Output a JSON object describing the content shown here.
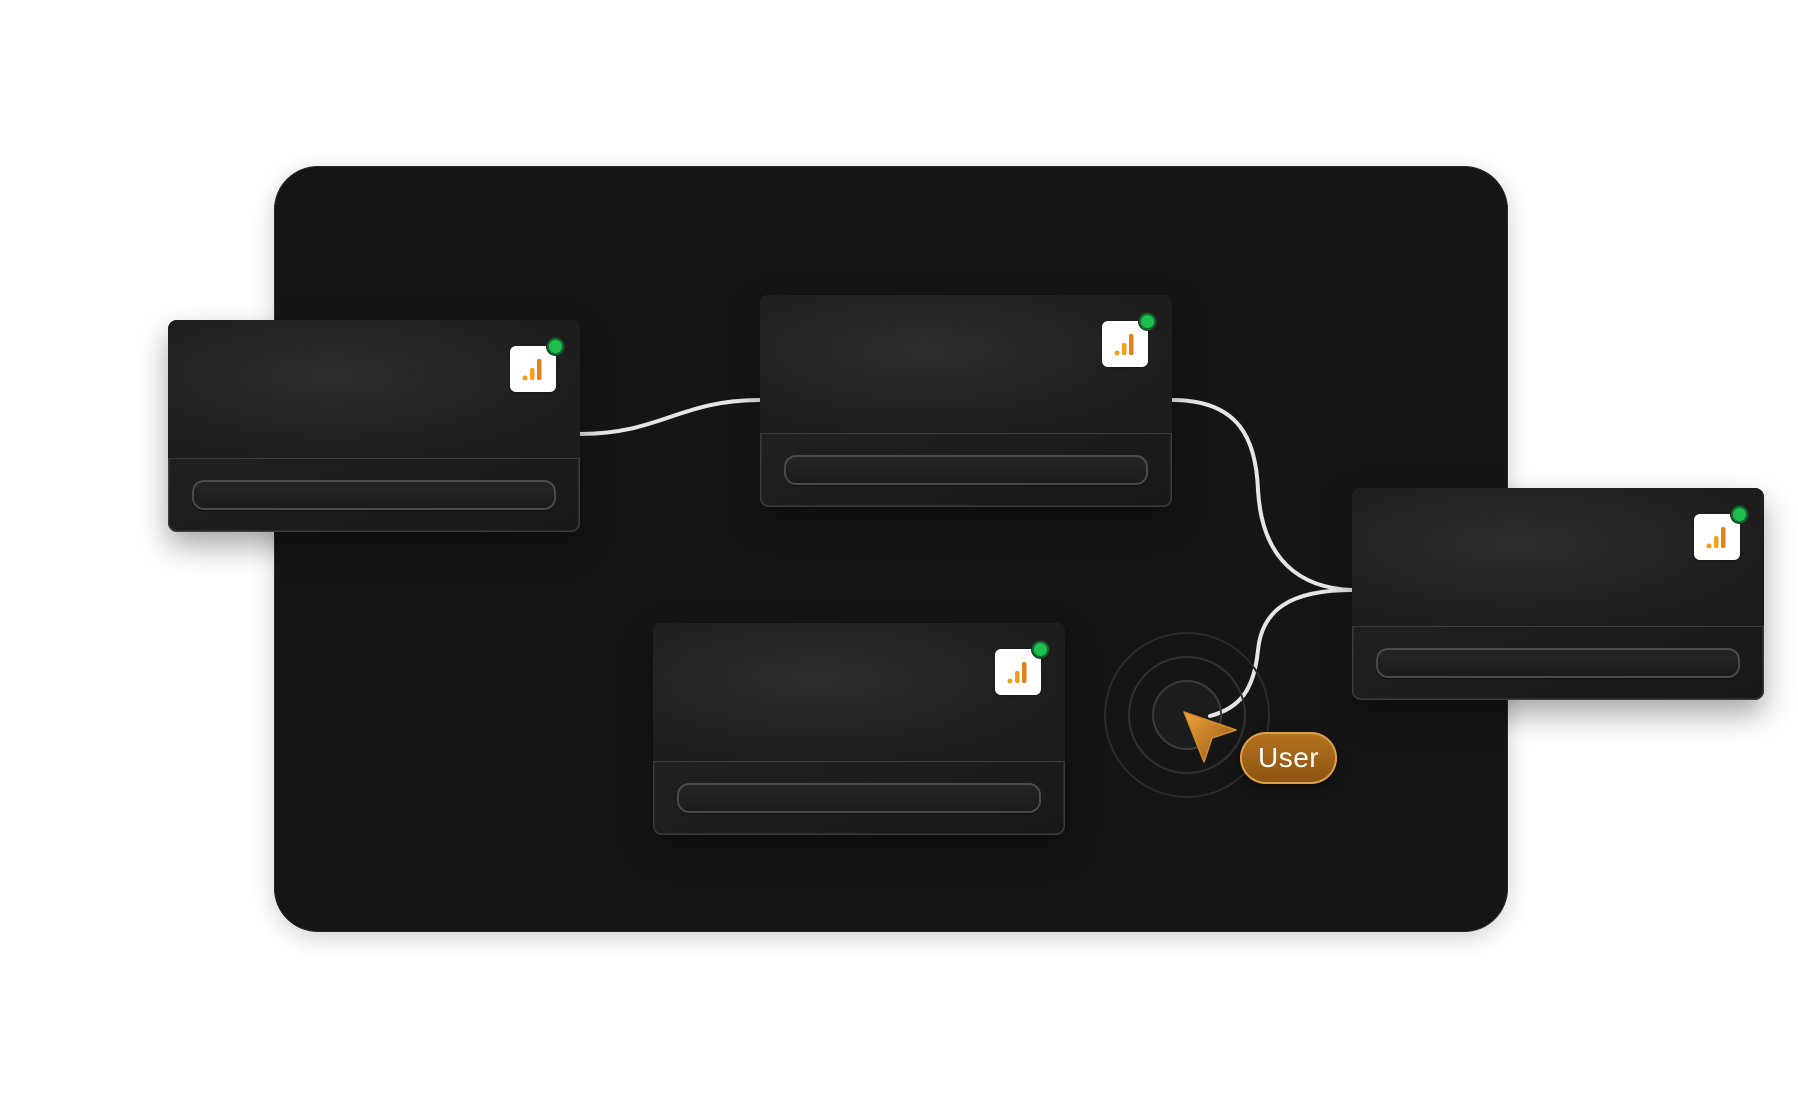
{
  "colors": {
    "canvas_background": "#151515",
    "card_background": "#1f1f1f",
    "wire": "#e6e6e6",
    "status_online": "#1fbf4f",
    "badge_accent": "#f29e1b",
    "user_accent": "#b8731e"
  },
  "nodes": [
    {
      "icon": "bar-chart-icon",
      "status": "online"
    },
    {
      "icon": "bar-chart-icon",
      "status": "online"
    },
    {
      "icon": "bar-chart-icon",
      "status": "online"
    },
    {
      "icon": "bar-chart-icon",
      "status": "online"
    }
  ],
  "cursor": {
    "icon": "cursor-arrow-icon",
    "label": "User"
  }
}
